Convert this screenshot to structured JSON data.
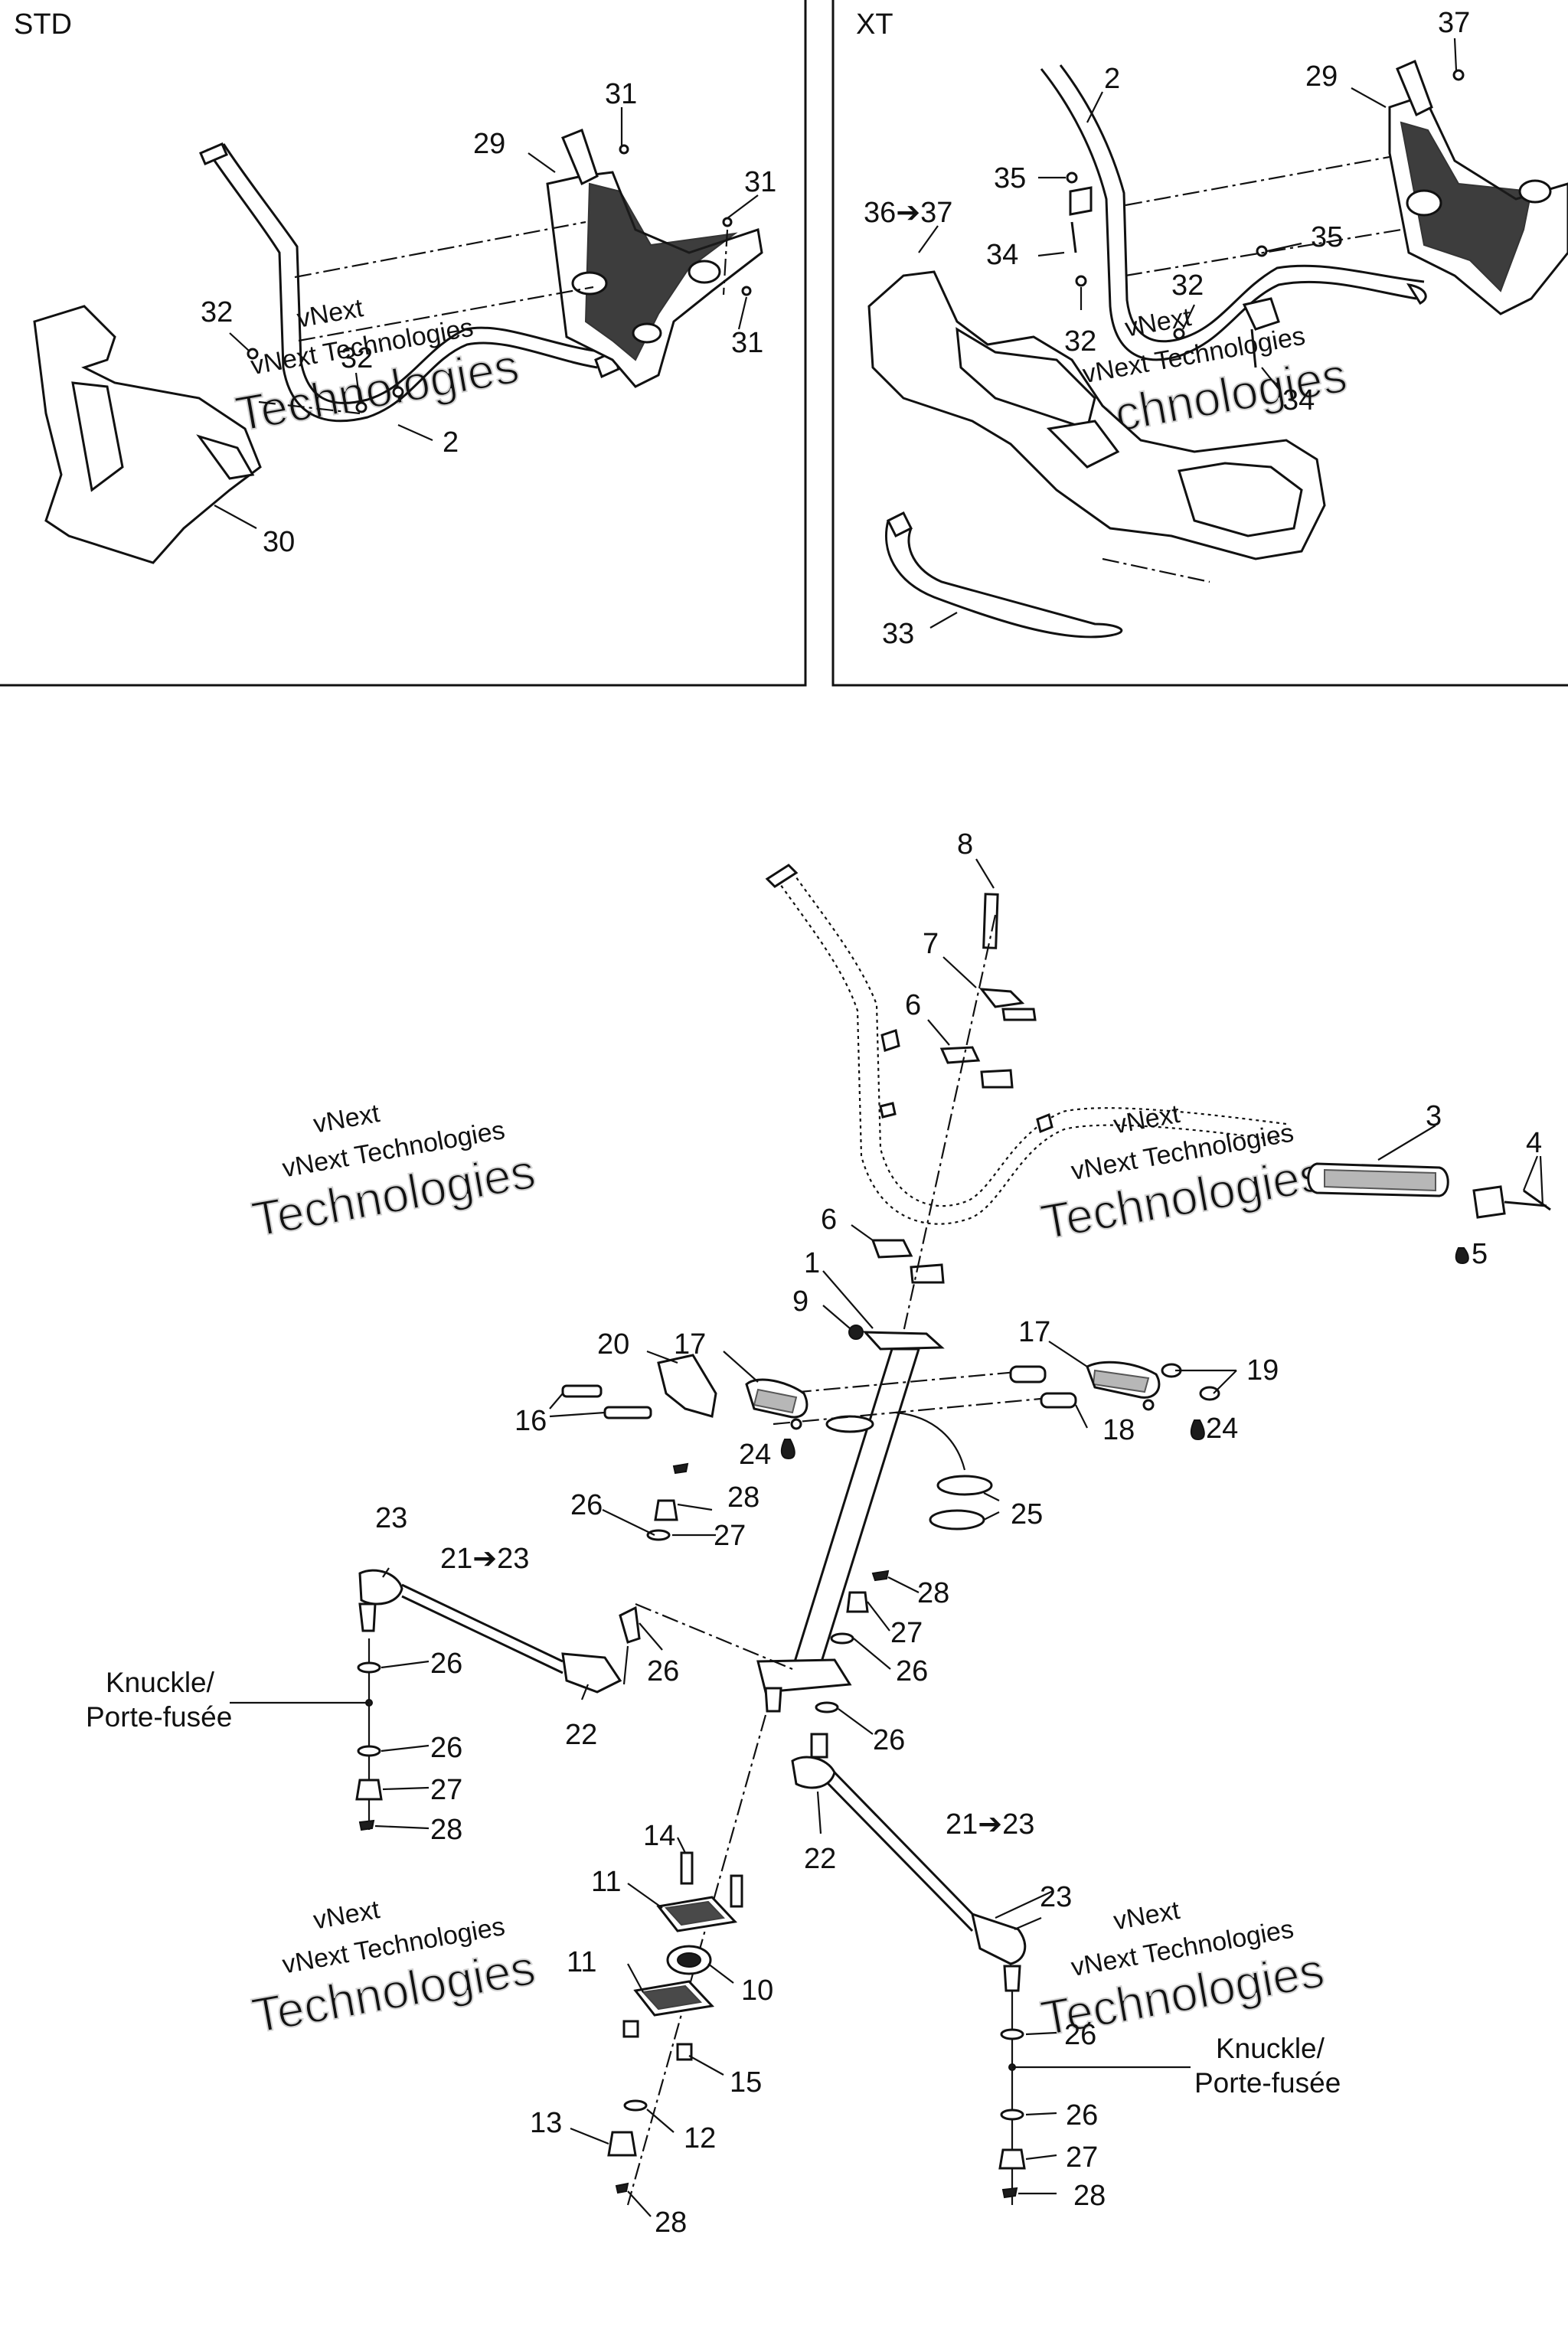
{
  "panels": {
    "std_title": "STD",
    "xt_title": "XT"
  },
  "watermark": {
    "line1": "vNext",
    "line2": "vNext Technologies",
    "line3": "Technologies"
  },
  "knuckle": {
    "left_line1": "Knuckle/",
    "left_line2": "Porte-fusée",
    "right_line1": "Knuckle/",
    "right_line2": "Porte-fusée"
  },
  "callouts_std": [
    {
      "id": "std-31a",
      "text": "31"
    },
    {
      "id": "std-29",
      "text": "29"
    },
    {
      "id": "std-31b",
      "text": "31"
    },
    {
      "id": "std-31c",
      "text": "31"
    },
    {
      "id": "std-32a",
      "text": "32"
    },
    {
      "id": "std-32b",
      "text": "32"
    },
    {
      "id": "std-2",
      "text": "2"
    },
    {
      "id": "std-30",
      "text": "30"
    }
  ],
  "callouts_xt": [
    {
      "id": "xt-37",
      "text": "37"
    },
    {
      "id": "xt-2",
      "text": "2"
    },
    {
      "id": "xt-29",
      "text": "29"
    },
    {
      "id": "xt-35a",
      "text": "35"
    },
    {
      "id": "xt-3637",
      "text": "36➔37"
    },
    {
      "id": "xt-34a",
      "text": "34"
    },
    {
      "id": "xt-35b",
      "text": "35"
    },
    {
      "id": "xt-32a",
      "text": "32"
    },
    {
      "id": "xt-32b",
      "text": "32"
    },
    {
      "id": "xt-34b",
      "text": "34"
    },
    {
      "id": "xt-33",
      "text": "33"
    }
  ],
  "callouts_main": [
    {
      "id": "m-8",
      "text": "8"
    },
    {
      "id": "m-7",
      "text": "7"
    },
    {
      "id": "m-6a",
      "text": "6"
    },
    {
      "id": "m-3",
      "text": "3"
    },
    {
      "id": "m-4",
      "text": "4"
    },
    {
      "id": "m-5",
      "text": "5"
    },
    {
      "id": "m-6b",
      "text": "6"
    },
    {
      "id": "m-1",
      "text": "1"
    },
    {
      "id": "m-9",
      "text": "9"
    },
    {
      "id": "m-20",
      "text": "20"
    },
    {
      "id": "m-17a",
      "text": "17"
    },
    {
      "id": "m-17b",
      "text": "17"
    },
    {
      "id": "m-19",
      "text": "19"
    },
    {
      "id": "m-16",
      "text": "16"
    },
    {
      "id": "m-18",
      "text": "18"
    },
    {
      "id": "m-24a",
      "text": "24"
    },
    {
      "id": "m-24b",
      "text": "24"
    },
    {
      "id": "m-26a",
      "text": "26"
    },
    {
      "id": "m-28a",
      "text": "28"
    },
    {
      "id": "m-27a",
      "text": "27"
    },
    {
      "id": "m-25",
      "text": "25"
    },
    {
      "id": "m-23a",
      "text": "23"
    },
    {
      "id": "m-2123a",
      "text": "21➔23"
    },
    {
      "id": "m-28b",
      "text": "28"
    },
    {
      "id": "m-27b",
      "text": "27"
    },
    {
      "id": "m-26b",
      "text": "26"
    },
    {
      "id": "m-26c",
      "text": "26"
    },
    {
      "id": "m-26d",
      "text": "26"
    },
    {
      "id": "m-22a",
      "text": "22"
    },
    {
      "id": "m-26e",
      "text": "26"
    },
    {
      "id": "m-26f",
      "text": "26"
    },
    {
      "id": "m-27c",
      "text": "27"
    },
    {
      "id": "m-28c",
      "text": "28"
    },
    {
      "id": "m-22b",
      "text": "22"
    },
    {
      "id": "m-2123b",
      "text": "21➔23"
    },
    {
      "id": "m-14",
      "text": "14"
    },
    {
      "id": "m-11a",
      "text": "11"
    },
    {
      "id": "m-23b",
      "text": "23"
    },
    {
      "id": "m-11b",
      "text": "11"
    },
    {
      "id": "m-10",
      "text": "10"
    },
    {
      "id": "m-15",
      "text": "15"
    },
    {
      "id": "m-26g",
      "text": "26"
    },
    {
      "id": "m-13",
      "text": "13"
    },
    {
      "id": "m-12",
      "text": "12"
    },
    {
      "id": "m-26h",
      "text": "26"
    },
    {
      "id": "m-27d",
      "text": "27"
    },
    {
      "id": "m-28d",
      "text": "28"
    },
    {
      "id": "m-28e",
      "text": "28"
    }
  ]
}
